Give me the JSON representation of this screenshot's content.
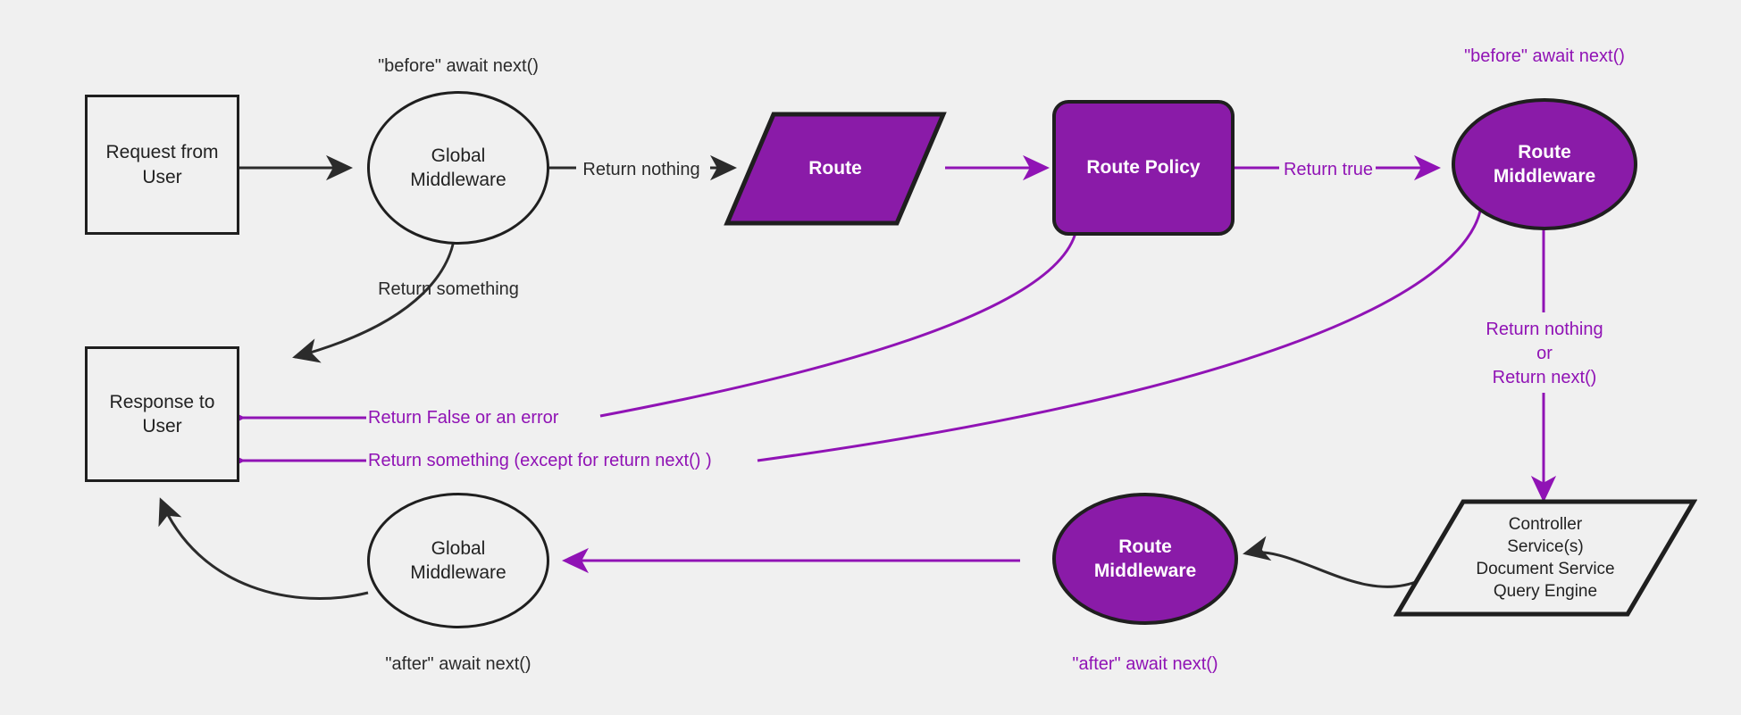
{
  "diagram": {
    "title": "Request lifecycle middleware flow",
    "background_color": "#f0f0f0",
    "accent_purple": "#9013b5",
    "node_purple_fill": "#8a1ba8",
    "stroke_dark": "#1f1f1f"
  },
  "nodes": {
    "request_from_user": "Request from\nUser",
    "global_middleware_top": "Global\nMiddleware",
    "route": "Route",
    "route_policy": "Route Policy",
    "route_middleware_top": "Route\nMiddleware",
    "response_to_user": "Response to\nUser",
    "global_middleware_bottom": "Global\nMiddleware",
    "route_middleware_bottom": "Route\nMiddleware",
    "controller_stack": "Controller\nService(s)\nDocument Service\nQuery Engine"
  },
  "annotations": {
    "before_await_next_global": "\"before\" await next()",
    "before_await_next_route": "\"before\" await next()",
    "after_await_next_global": "\"after\" await next()",
    "after_await_next_route": "\"after\" await next()"
  },
  "edge_labels": {
    "return_something_top": "Return something",
    "return_nothing": "Return nothing",
    "return_true": "Return true",
    "return_false_or_error": "Return False or an error",
    "return_something_except_next": "Return something (except for return next() )",
    "return_nothing_or_next": "Return nothing\nor\nReturn next()"
  }
}
